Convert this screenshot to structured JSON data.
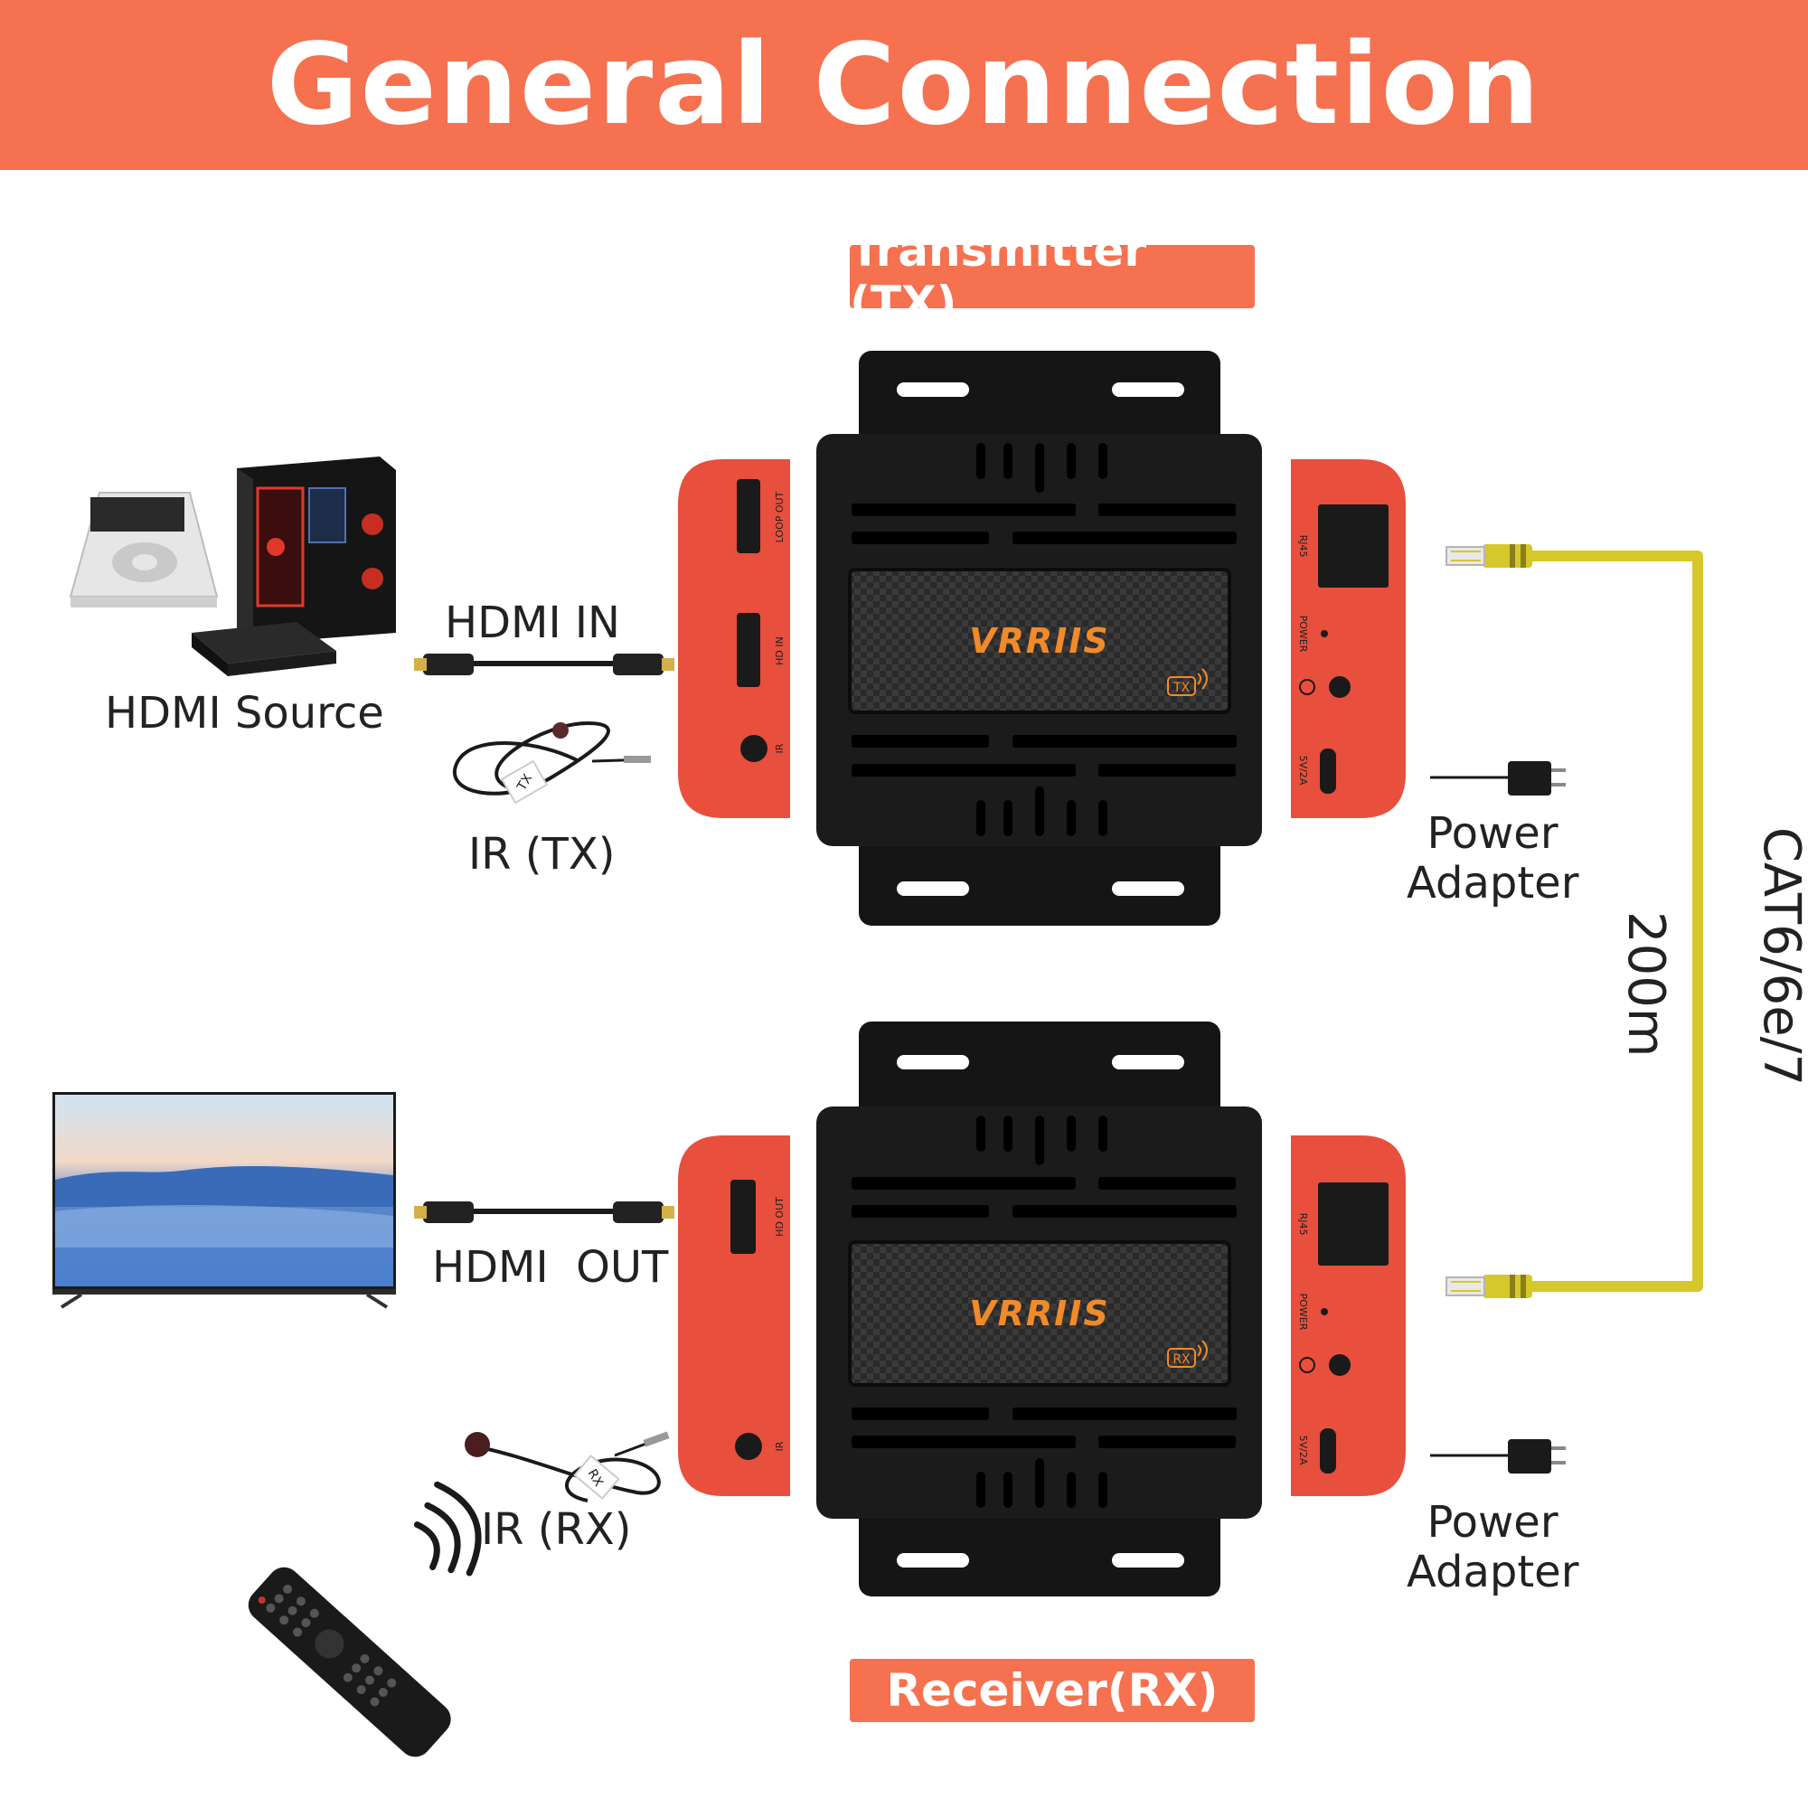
{
  "title": "General Connection",
  "transmitter": {
    "label": "Transmitter (TX)",
    "brand": "VRRIIS",
    "badge": "TX",
    "left_ports": [
      "LOOP OUT",
      "HD IN",
      "IR"
    ],
    "right_ports": [
      "RJ45",
      "POWER",
      "5V/2A"
    ]
  },
  "receiver": {
    "label": "Receiver(RX)",
    "brand": "VRRIIS",
    "badge": "RX",
    "left_ports": [
      "HD OUT",
      "IR"
    ],
    "right_ports": [
      "RJ45",
      "POWER",
      "5V/2A"
    ]
  },
  "labels": {
    "hdmi_in": "HDMI IN",
    "hdmi_source": "HDMI Source",
    "ir_tx": "IR (TX)",
    "hdmi_out": "HDMI  OUT",
    "ir_rx": "IR (RX)",
    "power_adapter_top": "Power\nAdapter",
    "power_adapter_bottom": "Power\nAdapter",
    "distance": "200m",
    "cable": "CAT6/6e/7",
    "ir_tag_tx": "TX",
    "ir_tag_rx": "RX"
  },
  "colors": {
    "accent": "#f5714f",
    "panel": "#e84f3d",
    "device_body": "#1a1a1a",
    "cable_yellow": "#d6c82a"
  },
  "icons": [
    "computer-tower-icon",
    "media-player-icon",
    "settop-box-icon",
    "tv-icon",
    "remote-icon",
    "hdmi-cable-icon",
    "ir-cable-icon",
    "power-adapter-icon",
    "rj45-plug-icon"
  ]
}
